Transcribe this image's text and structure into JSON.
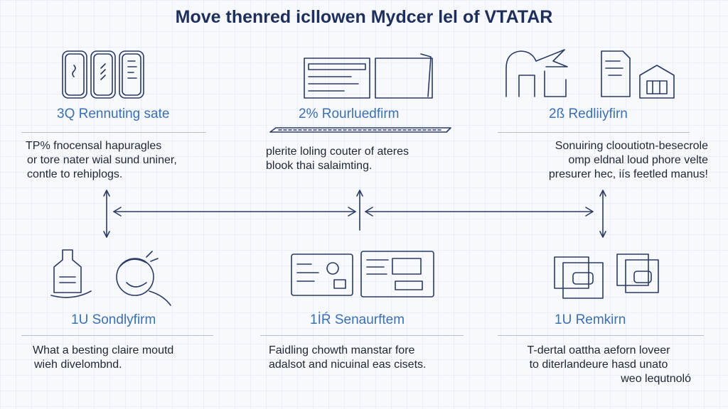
{
  "title": "Move thenred icllowen Mydcer lel of VTATAR",
  "top_row": [
    {
      "label": "3Q Rennuting sate",
      "description": [
        "TP% fnocensal hapuragles",
        "or tore nater wial sund uniner,",
        "contle to rehiplogs."
      ]
    },
    {
      "label": "2% Rourluedfirm",
      "description": [
        "plerite loling couter of ateres",
        "blook thai salaimting."
      ]
    },
    {
      "label": "2ß Redliiyfirn",
      "description": [
        "Sonuiring clooutiotn-besecrole",
        "omp eldnal loud phore velte",
        "presurer hec, iís feetled manus!"
      ]
    }
  ],
  "bottom_row": [
    {
      "label": "1U Sondlyfirm",
      "description": [
        "What a besting claire moutd",
        "wieh divelombnd."
      ]
    },
    {
      "label": "1İŔ Senaurftem",
      "description": [
        "Faidling chowth manstar fore",
        "adalsot and nicuinal eas cisets."
      ]
    },
    {
      "label": "1U Remkirn",
      "description": [
        "T-dertal oattha aeforn loveer",
        "to diterlandeure hasd unato",
        "weo lequtnoló"
      ]
    }
  ],
  "colors": {
    "line": "#2a3a66",
    "accent": "#3b6fb6",
    "title": "#1e2f5c"
  },
  "icons": [
    "phone-cards-icon",
    "browser-windows-icon",
    "building-plane-icon",
    "bottle-icon",
    "circular-arrow-icon",
    "dashboard-icon",
    "stacked-cards-icon"
  ]
}
